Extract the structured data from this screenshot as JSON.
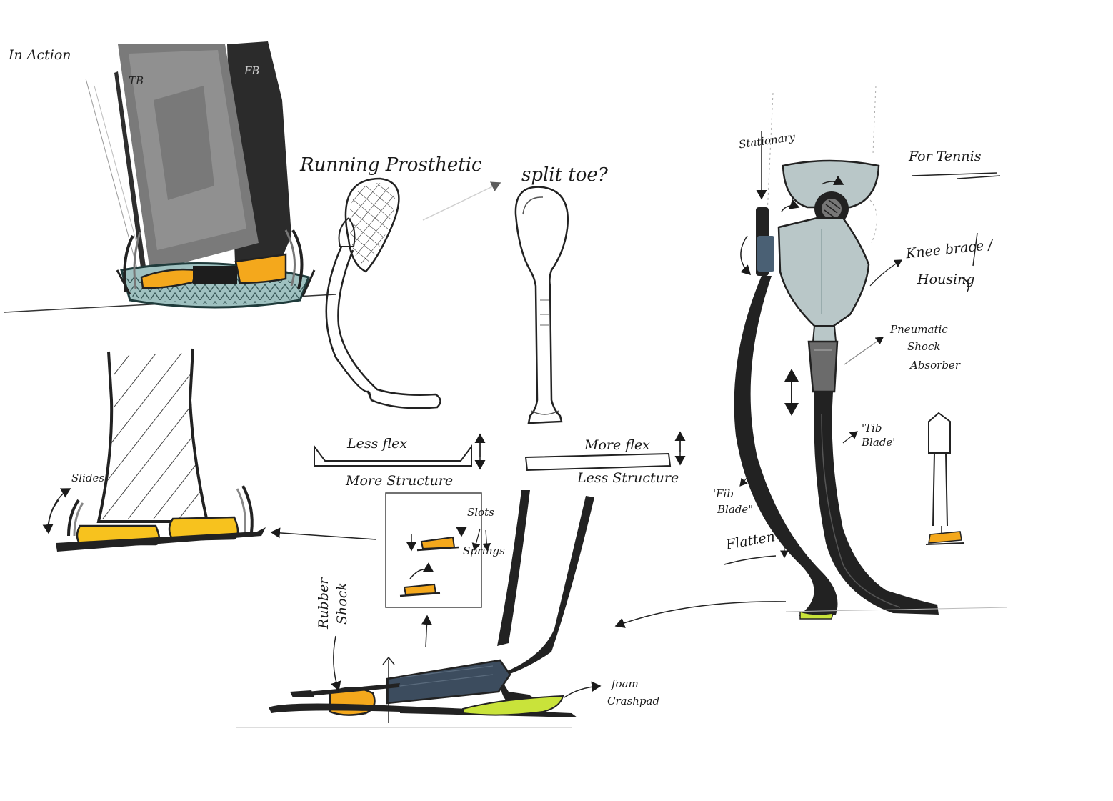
{
  "labels": {
    "in_action": "In Action",
    "tb": "TB",
    "fb": "FB",
    "running_prosthetic": "Running Prosthetic",
    "split_toe": "split toe?",
    "less_flex": "Less flex",
    "more_structure": "More Structure",
    "more_flex": "More flex",
    "less_structure": "Less Structure",
    "slides": "Slides",
    "slots": "Slots",
    "springs": "Springs",
    "rubber": "Rubber",
    "shock": "Shock",
    "foam": "foam",
    "crashpad": "Crashpad",
    "stationary": "Stationary",
    "for_tennis": "For Tennis",
    "knee_brace": "Knee brace /",
    "housing": "Housing",
    "pneumatic": "Pneumatic",
    "shock_absorber_1": "Shock",
    "shock_absorber_2": "Absorber",
    "tib_blade_1": "'Tib",
    "tib_blade_2": "Blade'",
    "fib_blade_1": "'Fib",
    "fib_blade_2": "Blade\"",
    "flatten": "Flatten"
  },
  "colors": {
    "ink": "#1a1a1a",
    "marker_orange": "#f4a81c",
    "marker_yellow": "#f7c21e",
    "marker_green": "#c9e33a",
    "housing_blue_grey": "#b9c7c8",
    "navy_band": "#3c4c5e",
    "dark_grey": "#3a3a3a",
    "mid_grey": "#8b8b8b",
    "base_teal": "#7fa3a2"
  }
}
